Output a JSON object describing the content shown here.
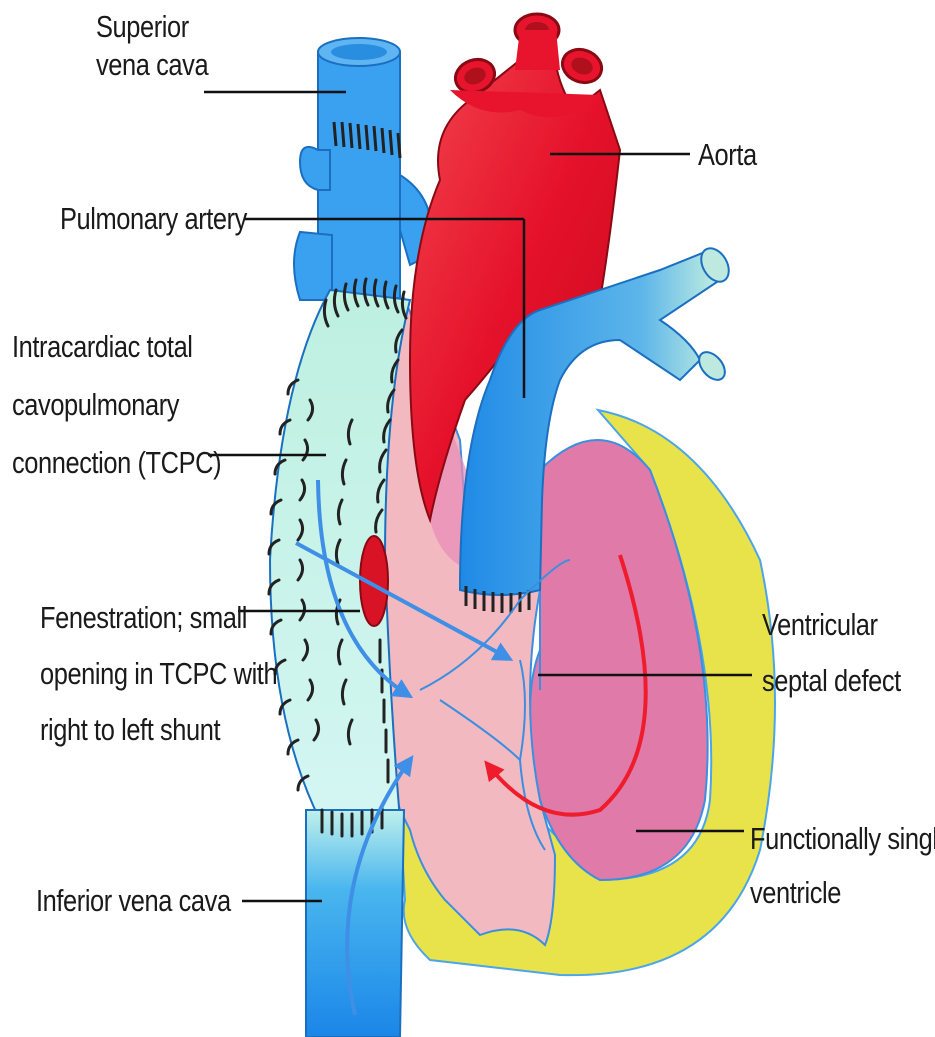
{
  "labels": {
    "superior_vena_cava": [
      "Superior",
      "vena cava"
    ],
    "aorta": [
      "Aorta"
    ],
    "pulmonary_artery": [
      "Pulmonary artery"
    ],
    "tcpc": [
      "Intracardiac total",
      "cavopulmonary",
      "connection (TCPC)"
    ],
    "fenestration": [
      "Fenestration; small",
      "opening in TCPC with",
      "right  to left shunt"
    ],
    "vsd": [
      "Ventricular",
      "septal defect"
    ],
    "single_ventricle": [
      "Functionally single",
      "ventricle"
    ],
    "inferior_vena_cava": [
      "Inferior vena cava"
    ]
  },
  "colors": {
    "vein_blue": "#3aa0f0",
    "aorta_red": "#e8132d",
    "tcpc_green": "#c6f3e6",
    "ventricle_pink": "#e07aa8",
    "atrium_pink": "#f2b9c0",
    "myocardium_yellow": "#e8e34a",
    "shunt_red": "#ee1c2c",
    "flow_blue": "#3f8fe6"
  }
}
